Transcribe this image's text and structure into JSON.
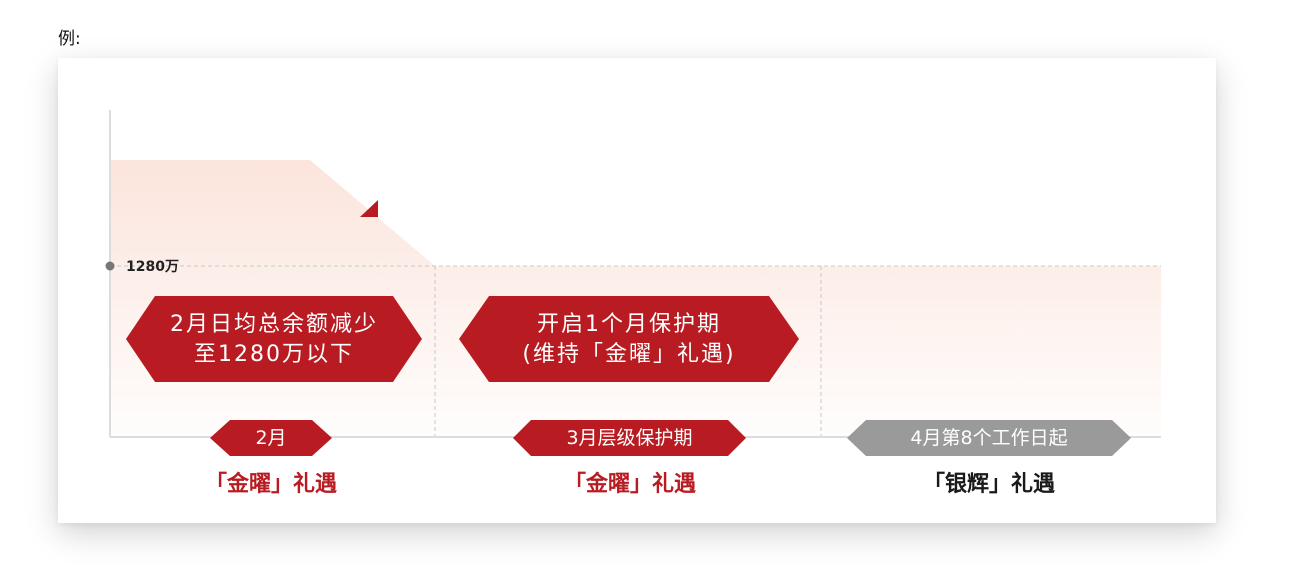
{
  "example_label": "例:",
  "threshold_label": "1280万",
  "hexagons": [
    {
      "line1": "2月日均总余额减少",
      "line2": "至1280万以下"
    },
    {
      "line1": "开启1个月保护期",
      "line2": "(维持「金曜」礼遇)"
    }
  ],
  "tags": [
    {
      "label": "2月"
    },
    {
      "label": "3月层级保护期"
    },
    {
      "label": "4月第8个工作日起"
    }
  ],
  "tiers": [
    {
      "label": "「金曜」礼遇",
      "color": "#b81c22"
    },
    {
      "label": "「金曜」礼遇",
      "color": "#b81c22"
    },
    {
      "label": "「银辉」礼遇",
      "color": "#1a1a1a"
    }
  ],
  "colors": {
    "accent_red": "#b81c22",
    "gray_tag": "#9a9a9a",
    "area_fill": "#fbe3da"
  }
}
